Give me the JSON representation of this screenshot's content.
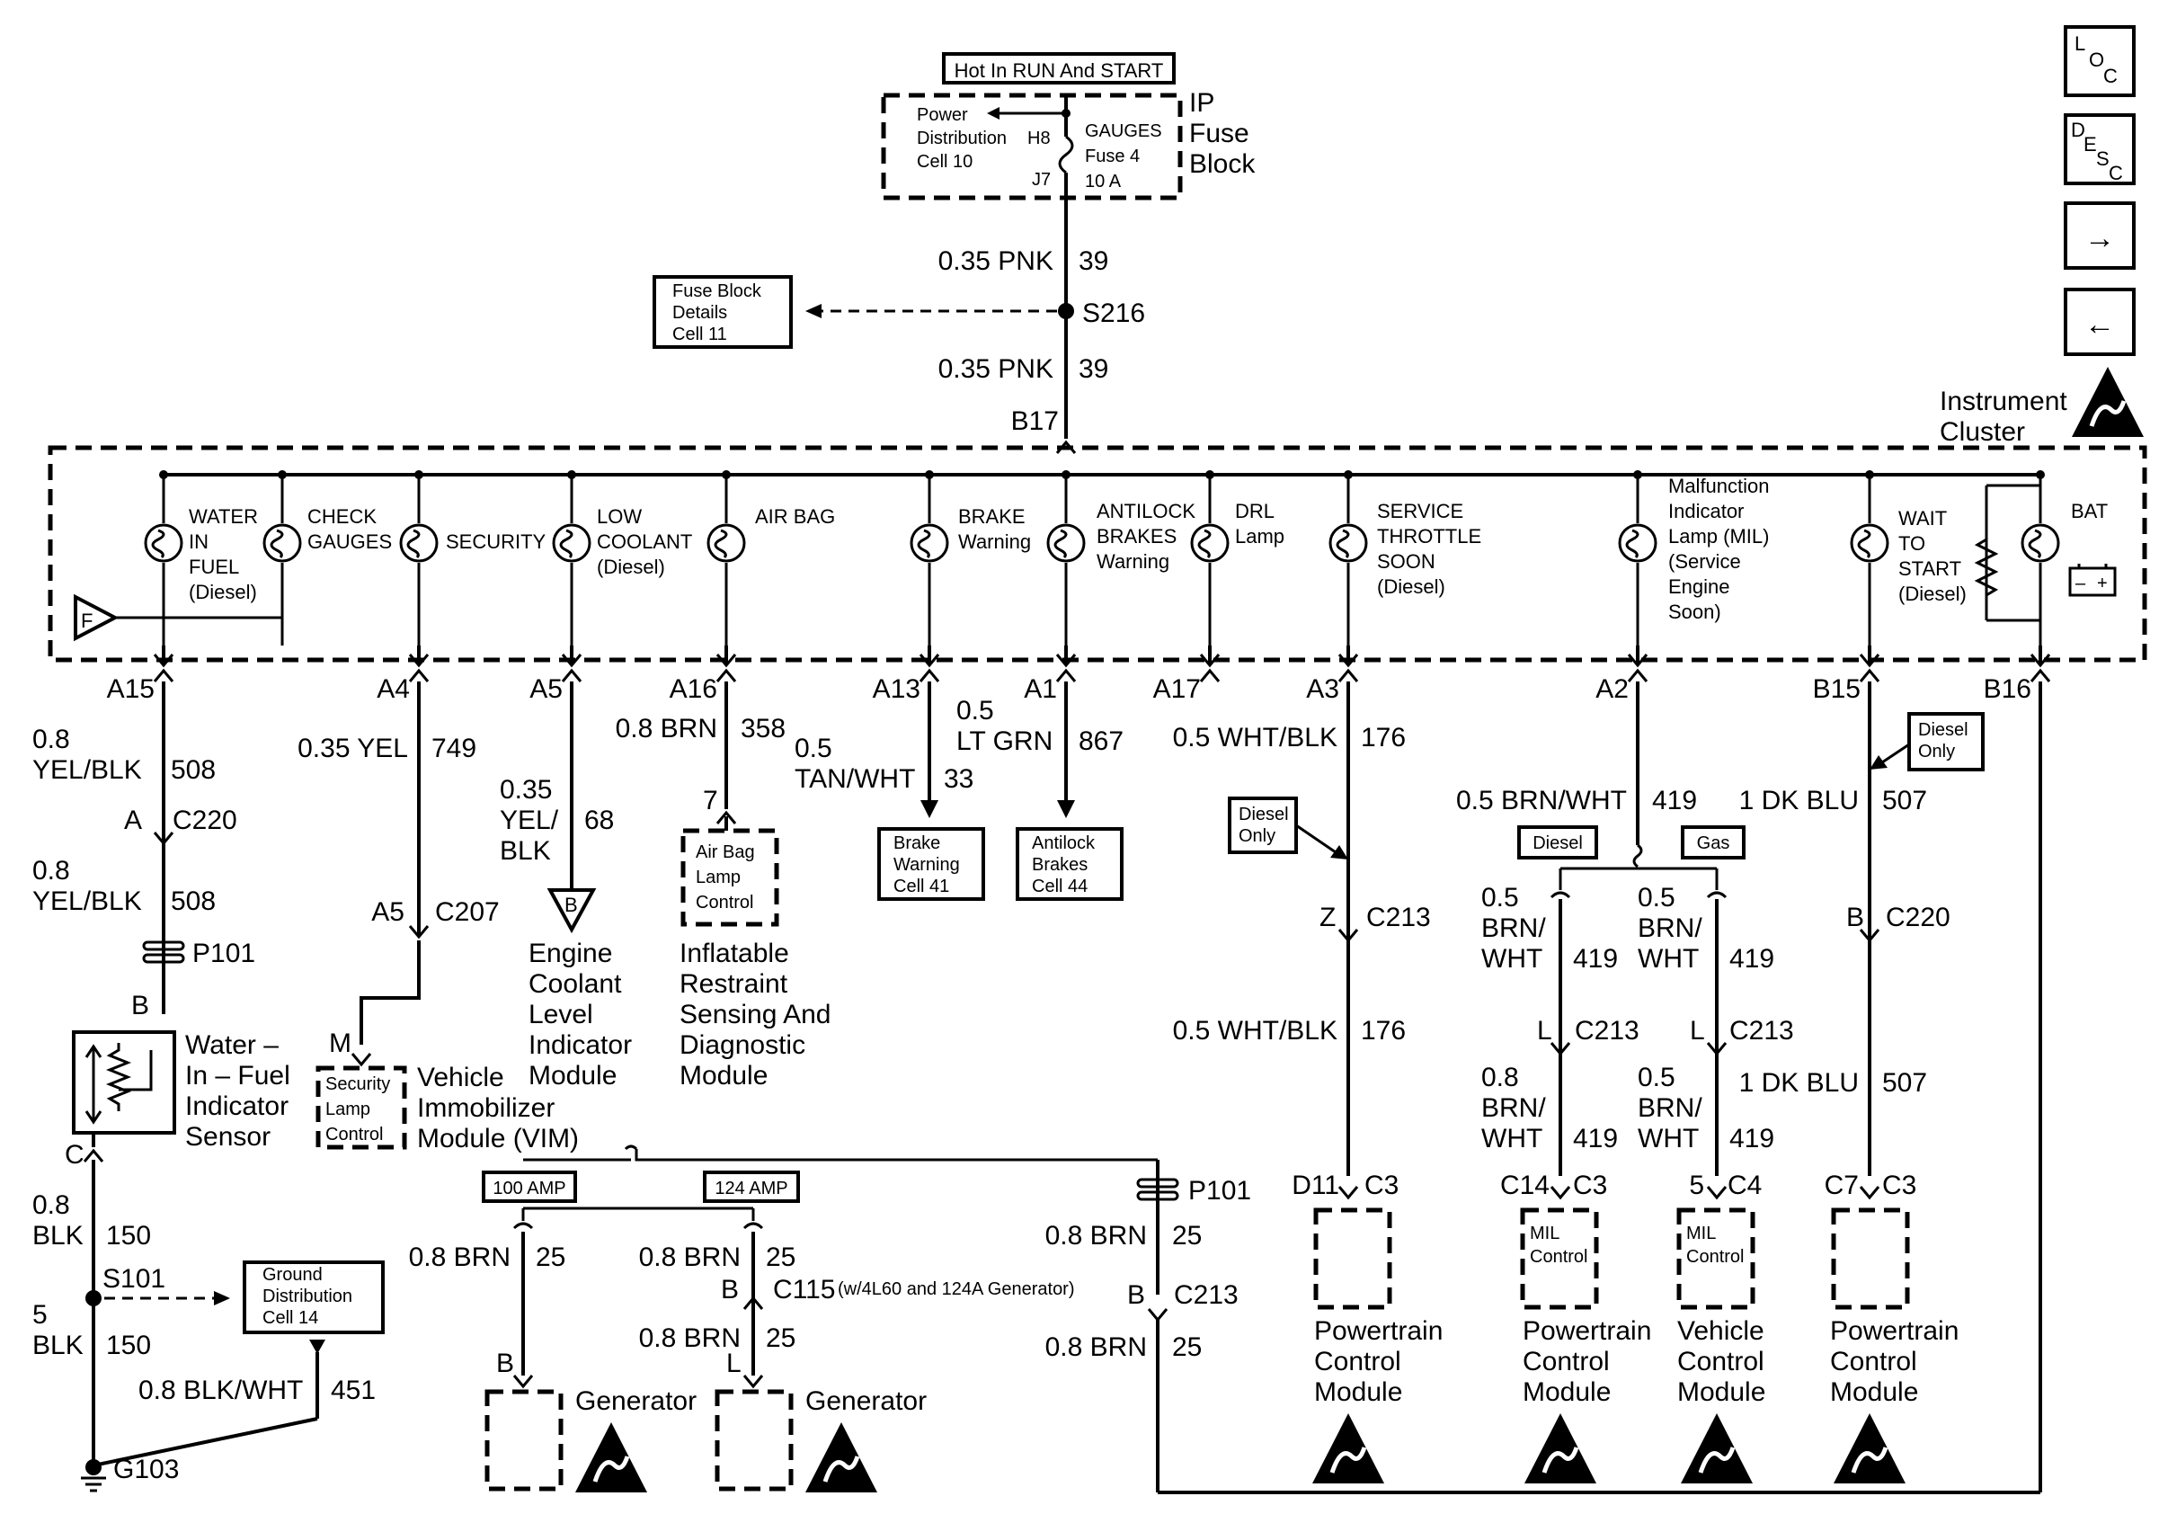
{
  "fuse": {
    "hot_label": "Hot In RUN And START",
    "power_dist": [
      "Power",
      "Distribution",
      "Cell 10"
    ],
    "h8": "H8",
    "j7": "J7",
    "fuse_lines": [
      "GAUGES",
      "Fuse 4",
      "10 A"
    ],
    "block_lines": [
      "IP",
      "Fuse",
      "Block"
    ]
  },
  "feed": {
    "wire1": "0.35 PNK",
    "circ1": "39",
    "splice": "S216",
    "wire2": "0.35 PNK",
    "circ2": "39",
    "pin": "B17",
    "fuse_details": [
      "Fuse Block",
      "Details",
      "Cell 11"
    ]
  },
  "cluster": {
    "name": [
      "Instrument",
      "Cluster"
    ],
    "f_label": "F",
    "lamps": [
      {
        "lines": [
          "WATER",
          "IN",
          "FUEL",
          "(Diesel)"
        ]
      },
      {
        "lines": [
          "CHECK",
          "GAUGES"
        ]
      },
      {
        "lines": [
          "SECURITY"
        ]
      },
      {
        "lines": [
          "LOW",
          "COOLANT",
          "(Diesel)"
        ]
      },
      {
        "lines": [
          "AIR BAG"
        ]
      },
      {
        "lines": [
          "BRAKE",
          "Warning"
        ]
      },
      {
        "lines": [
          "ANTILOCK",
          "BRAKES",
          "Warning"
        ]
      },
      {
        "lines": [
          "DRL",
          "Lamp"
        ]
      },
      {
        "lines": [
          "SERVICE",
          "THROTTLE",
          "SOON",
          "(Diesel)"
        ]
      },
      {
        "lines": [
          "Malfunction",
          "Indicator",
          "Lamp (MIL)",
          "(Service",
          "Engine",
          "Soon)"
        ]
      },
      {
        "lines": [
          "WAIT",
          "TO",
          "START",
          "(Diesel)"
        ]
      },
      {
        "lines": [
          "BAT"
        ]
      }
    ],
    "pins": [
      "A15",
      "A4",
      "A5",
      "A16",
      "A13",
      "A1",
      "A17",
      "A3",
      "A2",
      "B15",
      "B16"
    ]
  },
  "circuits": {
    "a15": {
      "wire1": [
        "0.8",
        "YEL/BLK"
      ],
      "num1": "508",
      "conn_pin": "A",
      "conn": "C220",
      "wire2": [
        "0.8",
        "YEL/BLK"
      ],
      "num2": "508",
      "p101": "P101",
      "sensor_pin_b": "B",
      "sensor": [
        "Water –",
        "In – Fuel",
        "Indicator",
        "Sensor"
      ],
      "sensor_pin_c": "C",
      "wire3": [
        "0.8",
        "BLK"
      ],
      "num3": "150",
      "s101": "S101",
      "wire4": [
        "5",
        "BLK"
      ],
      "num4": "150",
      "ground_ref": [
        "Ground",
        "Distribution",
        "Cell 14"
      ],
      "wire5": "0.8 BLK/WHT",
      "num5": "451",
      "ground": "G103"
    },
    "a4": {
      "wire": "0.35 YEL",
      "num": "749",
      "conn_pin": "A5",
      "conn": "C207",
      "vim_pin": "M",
      "vim_box": [
        "Security",
        "Lamp",
        "Control"
      ],
      "vim": [
        "Vehicle",
        "Immobilizer",
        "Module (VIM)"
      ]
    },
    "a5": {
      "wire": [
        "0.35",
        "YEL/",
        "BLK"
      ],
      "num": "68",
      "ref": "B",
      "module": [
        "Engine",
        "Coolant",
        "Level",
        "Indicator",
        "Module"
      ]
    },
    "a16": {
      "wire": "0.8 BRN",
      "num": "358",
      "pin": "7",
      "box": [
        "Air Bag",
        "Lamp",
        "Control"
      ],
      "module": [
        "Inflatable",
        "Restraint",
        "Sensing And",
        "Diagnostic",
        "Module"
      ]
    },
    "a13": {
      "wire": [
        "0.5",
        "TAN/WHT"
      ],
      "num": "33",
      "ref": [
        "Brake",
        "Warning",
        "Cell 41"
      ]
    },
    "a1": {
      "wire": [
        "0.5",
        "LT GRN"
      ],
      "num": "867",
      "ref": [
        "Antilock",
        "Brakes",
        "Cell 44"
      ]
    },
    "a3": {
      "wire1": "0.5 WHT/BLK",
      "num1": "176",
      "diesel_only": [
        "Diesel",
        "Only"
      ],
      "conn_pin": "Z",
      "conn": "C213",
      "wire2": "0.5 WHT/BLK",
      "num2": "176",
      "pin1": "D11",
      "pin2": "C3",
      "module": [
        "Powertrain",
        "Control",
        "Module"
      ]
    },
    "a2": {
      "wire": "0.5 BRN/WHT",
      "num": "419",
      "diesel": "Diesel",
      "gas": "Gas",
      "left": {
        "wire1": [
          "0.5",
          "BRN/",
          "WHT"
        ],
        "num1": "419",
        "conn_pin": "L",
        "conn": "C213",
        "wire2": [
          "0.8",
          "BRN/",
          "WHT"
        ],
        "num2": "419",
        "pin1": "C14",
        "pin2": "C3",
        "box": [
          "MIL",
          "Control"
        ],
        "module": [
          "Powertrain",
          "Control",
          "Module"
        ]
      },
      "right": {
        "wire1": [
          "0.5",
          "BRN/",
          "WHT"
        ],
        "num1": "419",
        "conn_pin": "L",
        "conn": "C213",
        "wire2": [
          "0.5",
          "BRN/",
          "WHT"
        ],
        "num2": "419",
        "pin1": "5",
        "pin2": "C4",
        "box": [
          "MIL",
          "Control"
        ],
        "module": [
          "Vehicle",
          "Control",
          "Module"
        ]
      }
    },
    "b15": {
      "wire1": "1 DK BLU",
      "num1": "507",
      "diesel_only": [
        "Diesel",
        "Only"
      ],
      "conn_pin": "B",
      "conn": "C220",
      "wire2": "1 DK BLU",
      "num2": "507",
      "pin1": "C7",
      "pin2": "C3",
      "module": [
        "Powertrain",
        "Control",
        "Module"
      ]
    },
    "gen": {
      "amp100": "100 AMP",
      "amp124": "124 AMP",
      "p101": "P101",
      "wire_right": "0.8 BRN",
      "num_right": "25",
      "conn_pin": "B",
      "conn": "C213",
      "wire_right2": "0.8 BRN",
      "num_right2": "25",
      "left": {
        "wire": "0.8 BRN",
        "num": "25",
        "pin": "B",
        "label": "Generator"
      },
      "mid": {
        "wire1": "0.8 BRN",
        "num1": "25",
        "conn_pin": "B",
        "conn": "C115",
        "conn_note": "(w/4L60 and 124A Generator)",
        "wire2": "0.8 BRN",
        "num2": "25",
        "pin": "L",
        "label": "Generator"
      }
    }
  },
  "nav": {
    "loc": [
      "L",
      "O",
      "C"
    ],
    "desc": [
      "D",
      "E",
      "S",
      "C"
    ],
    "forward": "→",
    "back": "←"
  }
}
